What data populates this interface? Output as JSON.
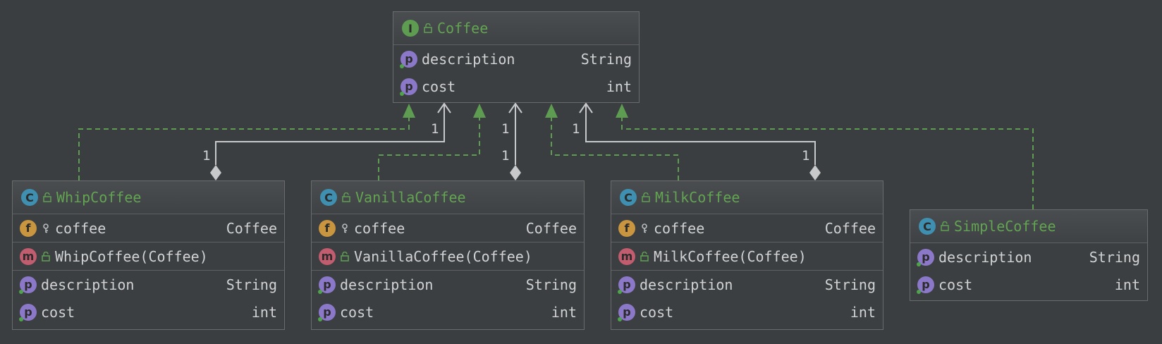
{
  "colors": {
    "background": "#3b3e41",
    "title": "#62a451",
    "text": "#d0d2d4",
    "realization_edge": "#5e9c52",
    "association_edge": "#c8c9cb"
  },
  "nodes": {
    "coffee": {
      "kind_badge": "I",
      "title": "Coffee",
      "properties": [
        {
          "badge": "p",
          "name": "description",
          "type": "String"
        },
        {
          "badge": "p",
          "name": "cost",
          "type": "int"
        }
      ]
    },
    "whip": {
      "kind_badge": "C",
      "title": "WhipCoffee",
      "fields": [
        {
          "badge": "f",
          "name": "coffee",
          "type": "Coffee"
        }
      ],
      "methods": [
        {
          "badge": "m",
          "name": "WhipCoffee(Coffee)"
        }
      ],
      "properties": [
        {
          "badge": "p",
          "name": "description",
          "type": "String"
        },
        {
          "badge": "p",
          "name": "cost",
          "type": "int"
        }
      ]
    },
    "vanilla": {
      "kind_badge": "C",
      "title": "VanillaCoffee",
      "fields": [
        {
          "badge": "f",
          "name": "coffee",
          "type": "Coffee"
        }
      ],
      "methods": [
        {
          "badge": "m",
          "name": "VanillaCoffee(Coffee)"
        }
      ],
      "properties": [
        {
          "badge": "p",
          "name": "description",
          "type": "String"
        },
        {
          "badge": "p",
          "name": "cost",
          "type": "int"
        }
      ]
    },
    "milk": {
      "kind_badge": "C",
      "title": "MilkCoffee",
      "fields": [
        {
          "badge": "f",
          "name": "coffee",
          "type": "Coffee"
        }
      ],
      "methods": [
        {
          "badge": "m",
          "name": "MilkCoffee(Coffee)"
        }
      ],
      "properties": [
        {
          "badge": "p",
          "name": "description",
          "type": "String"
        },
        {
          "badge": "p",
          "name": "cost",
          "type": "int"
        }
      ]
    },
    "simple": {
      "kind_badge": "C",
      "title": "SimpleCoffee",
      "properties": [
        {
          "badge": "p",
          "name": "description",
          "type": "String"
        },
        {
          "badge": "p",
          "name": "cost",
          "type": "int"
        }
      ]
    }
  },
  "edges": {
    "multiplicities": {
      "whip_target": "1",
      "whip_source": "1",
      "vanilla_target": "1",
      "vanilla_source": "1",
      "milk_target": "1",
      "milk_source": "1"
    }
  }
}
